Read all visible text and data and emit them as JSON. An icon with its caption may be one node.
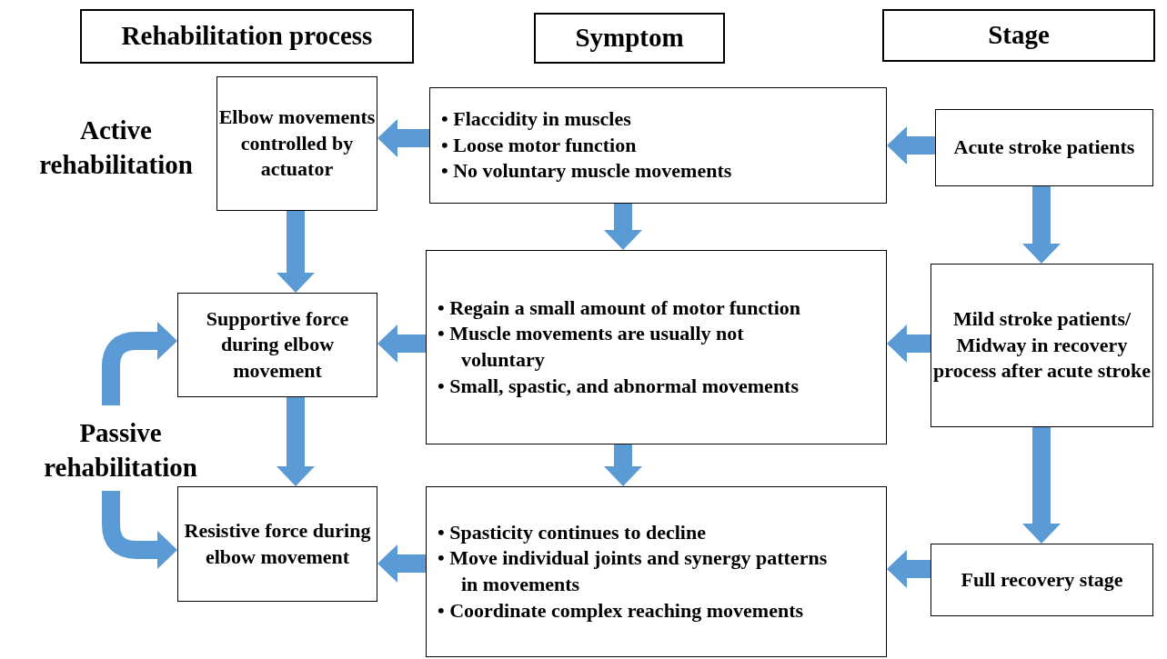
{
  "diagram": {
    "nodes": [
      {
        "text": [
          "Rehabilitation process"
        ]
      },
      {
        "text": [
          "Symptom"
        ]
      },
      {
        "text": [
          "Stage"
        ]
      },
      {
        "text": [
          "Elbow movements controlled by actuator"
        ]
      },
      {
        "text": [
          "• Flaccidity in muscles",
          "• Loose motor function",
          "• No voluntary muscle movements"
        ]
      },
      {
        "text": [
          "Acute stroke patients"
        ]
      },
      {
        "text": [
          "Supportive force during elbow movement"
        ]
      },
      {
        "text": [
          "• Regain a small amount of motor function",
          "• Muscle movements are usually not voluntary",
          "• Small, spastic, and abnormal movements"
        ]
      },
      {
        "text": [
          "Mild stroke patients/ Midway in recovery process after acute stroke"
        ]
      },
      {
        "text": [
          "Passive rehabilitation"
        ]
      },
      {
        "text": [
          "Resistive force during elbow movement"
        ]
      },
      {
        "text": [
          "• Spasticity continues to decline",
          "• Move individual joints and synergy patterns in movements",
          "• Coordinate complex reaching movements"
        ]
      },
      {
        "text": [
          "Full recovery stage"
        ]
      }
    ],
    "edges": [
      {
        "from": 5,
        "to": 4,
        "arrow": "to"
      },
      {
        "from": 4,
        "to": 3,
        "arrow": "to"
      },
      {
        "from": 5,
        "to": 8,
        "arrow": "to"
      },
      {
        "from": 4,
        "to": 7,
        "arrow": "to"
      },
      {
        "from": 3,
        "to": 6,
        "arrow": "to"
      },
      {
        "from": 8,
        "to": 7,
        "arrow": "to"
      },
      {
        "from": 7,
        "to": 6,
        "arrow": "to"
      },
      {
        "from": 9,
        "to": 6,
        "arrow": "to"
      },
      {
        "from": 7,
        "to": 11,
        "arrow": "to"
      },
      {
        "from": 8,
        "to": 12,
        "arrow": "to"
      },
      {
        "from": 6,
        "to": 10,
        "arrow": "to"
      },
      {
        "from": 9,
        "to": 10,
        "arrow": "to"
      },
      {
        "from": 12,
        "to": 11,
        "arrow": "to"
      },
      {
        "from": 11,
        "to": 10,
        "arrow": "to"
      }
    ],
    "labels": [
      "Active rehabilitation"
    ]
  }
}
